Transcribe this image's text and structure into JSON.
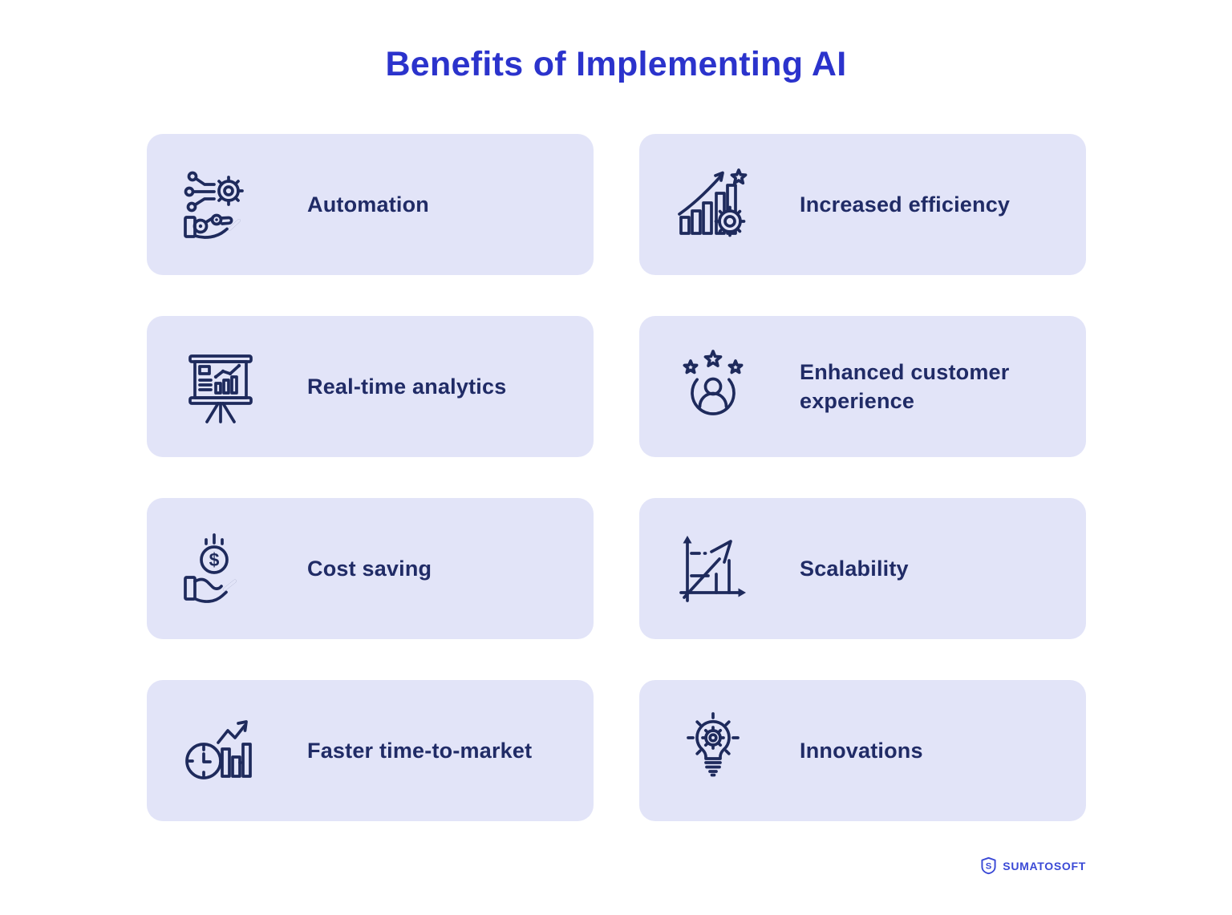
{
  "header": {
    "title": "Benefits of Implementing AI"
  },
  "cards": [
    {
      "label": "Automation",
      "icon": "automation-icon"
    },
    {
      "label": "Increased efficiency",
      "icon": "increased-efficiency-icon"
    },
    {
      "label": "Real-time analytics",
      "icon": "realtime-analytics-icon"
    },
    {
      "label": "Enhanced customer experience",
      "icon": "customer-experience-icon"
    },
    {
      "label": "Cost saving",
      "icon": "cost-saving-icon"
    },
    {
      "label": "Scalability",
      "icon": "scalability-icon"
    },
    {
      "label": "Faster time-to-market",
      "icon": "time-to-market-icon"
    },
    {
      "label": "Innovations",
      "icon": "innovations-icon"
    }
  ],
  "footer": {
    "brand": "SUMATOSOFT"
  },
  "colors": {
    "title_blue": "#2B33CC",
    "card_background": "#E2E4F8",
    "label_navy": "#202B66",
    "icon_navy": "#1E2A5C",
    "brand_blue": "#3A49D6",
    "page_background": "#FFFFFF"
  }
}
